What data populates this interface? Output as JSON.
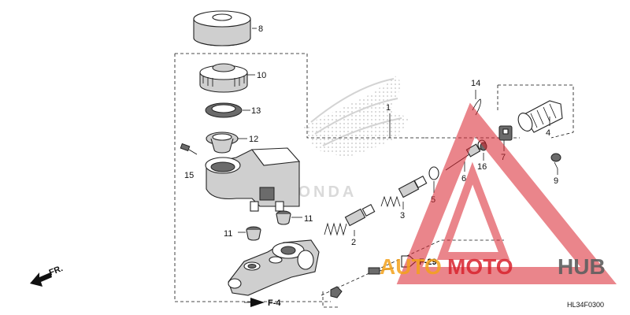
{
  "callouts": {
    "n1": "1",
    "n2": "2",
    "n3": "3",
    "n4": "4",
    "n5": "5",
    "n6": "6",
    "n7": "7",
    "n8": "8",
    "n9": "9",
    "n10": "10",
    "n11a": "11",
    "n11b": "11",
    "n12": "12",
    "n13": "13",
    "n14": "14",
    "n15": "15",
    "n16": "16"
  },
  "refs": {
    "f4": "F-4",
    "f29": "F-29",
    "fr": "FR."
  },
  "diagram_code": "HL34F0300",
  "watermark": {
    "word_auto": "AUTO",
    "word_moto": "MOTO",
    "word_hub": "HUB",
    "brand_text": "HONDA"
  },
  "colors": {
    "watermark_red": "#d9232e",
    "watermark_orange": "#f4a21b",
    "watermark_gray": "#5f5f5f",
    "ink": "#111111"
  }
}
